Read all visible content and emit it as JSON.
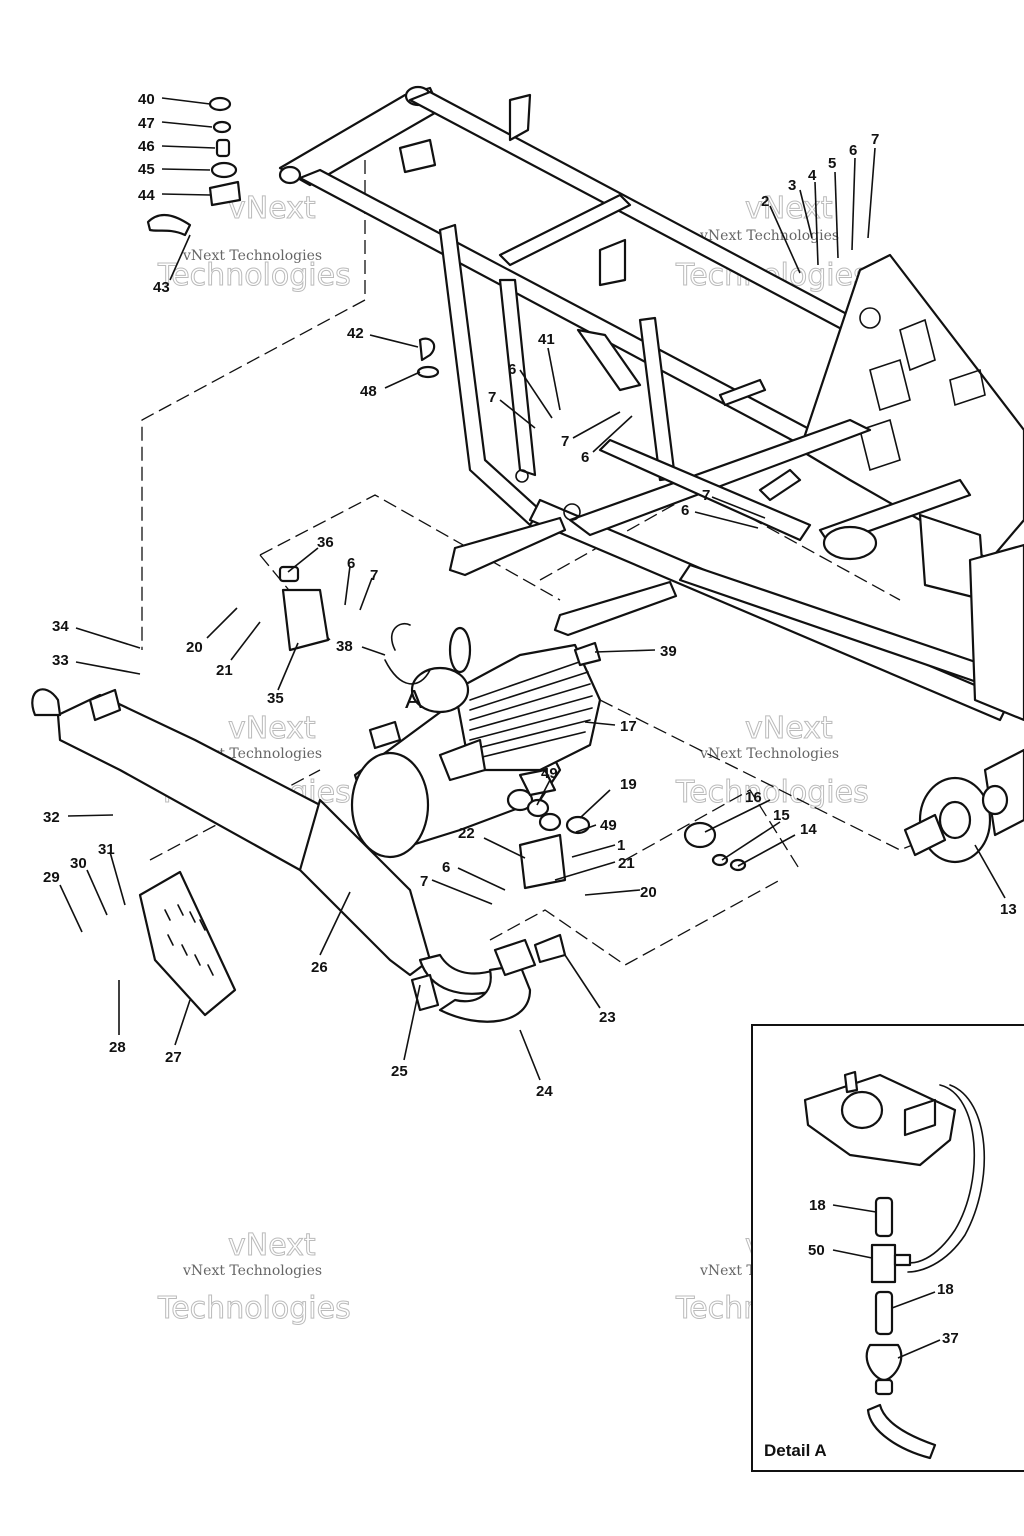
{
  "detail": {
    "title": "Detail A",
    "marker": "A"
  },
  "watermark": {
    "line1": "vNext",
    "line2": "vNext Technologies",
    "line3": "Technologies"
  },
  "callouts": [
    {
      "id": "c40",
      "text": "40"
    },
    {
      "id": "c47",
      "text": "47"
    },
    {
      "id": "c46",
      "text": "46"
    },
    {
      "id": "c45",
      "text": "45"
    },
    {
      "id": "c44",
      "text": "44"
    },
    {
      "id": "c43",
      "text": "43"
    },
    {
      "id": "c42",
      "text": "42"
    },
    {
      "id": "c48",
      "text": "48"
    },
    {
      "id": "c41",
      "text": "41"
    },
    {
      "id": "c6a",
      "text": "6"
    },
    {
      "id": "c7a",
      "text": "7"
    },
    {
      "id": "c7b",
      "text": "7"
    },
    {
      "id": "c6b",
      "text": "6"
    },
    {
      "id": "c2",
      "text": "2"
    },
    {
      "id": "c3",
      "text": "3"
    },
    {
      "id": "c4",
      "text": "4"
    },
    {
      "id": "c5",
      "text": "5"
    },
    {
      "id": "c6c",
      "text": "6"
    },
    {
      "id": "c7c",
      "text": "7"
    },
    {
      "id": "c7d",
      "text": "7"
    },
    {
      "id": "c6d",
      "text": "6"
    },
    {
      "id": "c36",
      "text": "36"
    },
    {
      "id": "c6e",
      "text": "6"
    },
    {
      "id": "c7e",
      "text": "7"
    },
    {
      "id": "c20a",
      "text": "20"
    },
    {
      "id": "c21a",
      "text": "21"
    },
    {
      "id": "c35",
      "text": "35"
    },
    {
      "id": "c38",
      "text": "38"
    },
    {
      "id": "c39",
      "text": "39"
    },
    {
      "id": "c34",
      "text": "34"
    },
    {
      "id": "c33",
      "text": "33"
    },
    {
      "id": "c17",
      "text": "17"
    },
    {
      "id": "c49a",
      "text": "49"
    },
    {
      "id": "c19",
      "text": "19"
    },
    {
      "id": "c49b",
      "text": "49"
    },
    {
      "id": "c32",
      "text": "32"
    },
    {
      "id": "c16",
      "text": "16"
    },
    {
      "id": "c15",
      "text": "15"
    },
    {
      "id": "c14",
      "text": "14"
    },
    {
      "id": "c1",
      "text": "1"
    },
    {
      "id": "c22",
      "text": "22"
    },
    {
      "id": "c21b",
      "text": "21"
    },
    {
      "id": "c6f",
      "text": "6"
    },
    {
      "id": "c7f",
      "text": "7"
    },
    {
      "id": "c20b",
      "text": "20"
    },
    {
      "id": "c29",
      "text": "29"
    },
    {
      "id": "c30",
      "text": "30"
    },
    {
      "id": "c31",
      "text": "31"
    },
    {
      "id": "c13",
      "text": "13"
    },
    {
      "id": "c26",
      "text": "26"
    },
    {
      "id": "c23",
      "text": "23"
    },
    {
      "id": "c28",
      "text": "28"
    },
    {
      "id": "c27",
      "text": "27"
    },
    {
      "id": "c25",
      "text": "25"
    },
    {
      "id": "c24",
      "text": "24"
    },
    {
      "id": "c18a",
      "text": "18"
    },
    {
      "id": "c50",
      "text": "50"
    },
    {
      "id": "c18b",
      "text": "18"
    },
    {
      "id": "c37",
      "text": "37"
    }
  ]
}
